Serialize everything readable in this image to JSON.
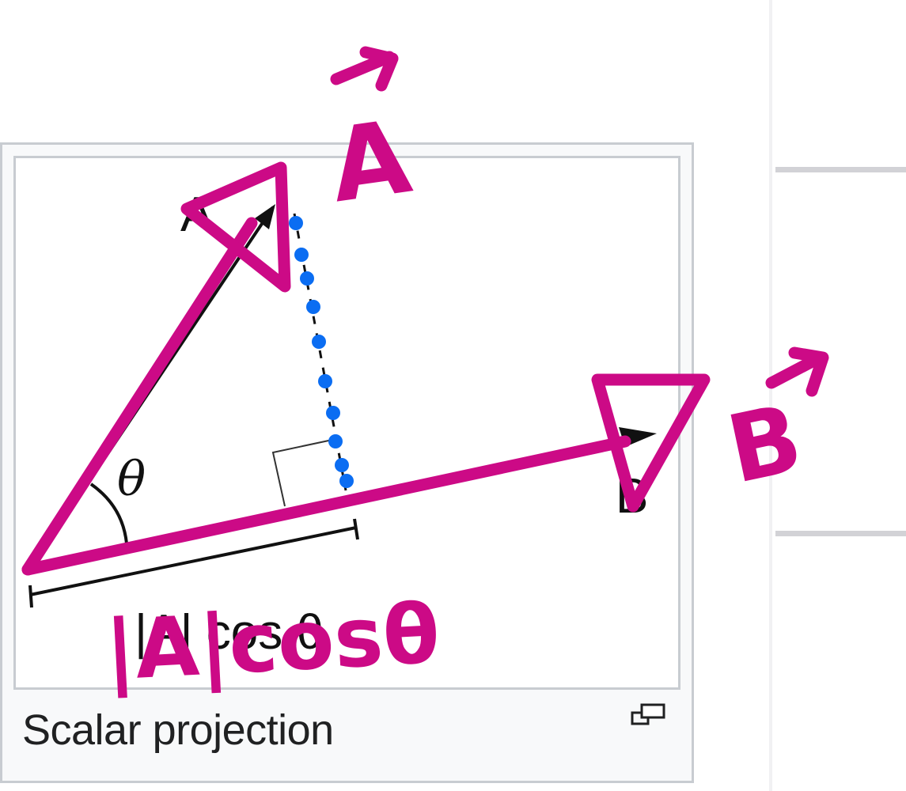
{
  "caption": "Scalar projection",
  "icons": {
    "enlarge": "magnify-clip-icon"
  },
  "diagram": {
    "labels": {
      "vector_a": "A",
      "vector_b": "B",
      "angle": "θ",
      "projection": "|A| cos θ"
    }
  },
  "annotations": {
    "vector_a": "A",
    "vector_b": "B",
    "projection": "|A|cosθ"
  },
  "colors": {
    "ink": "#cc0a86",
    "dots": "#0b6df2",
    "diagram_line": "#111111",
    "caption_text": "#202122",
    "border": "#c8ccd1",
    "divider": "#d2d2d6"
  }
}
